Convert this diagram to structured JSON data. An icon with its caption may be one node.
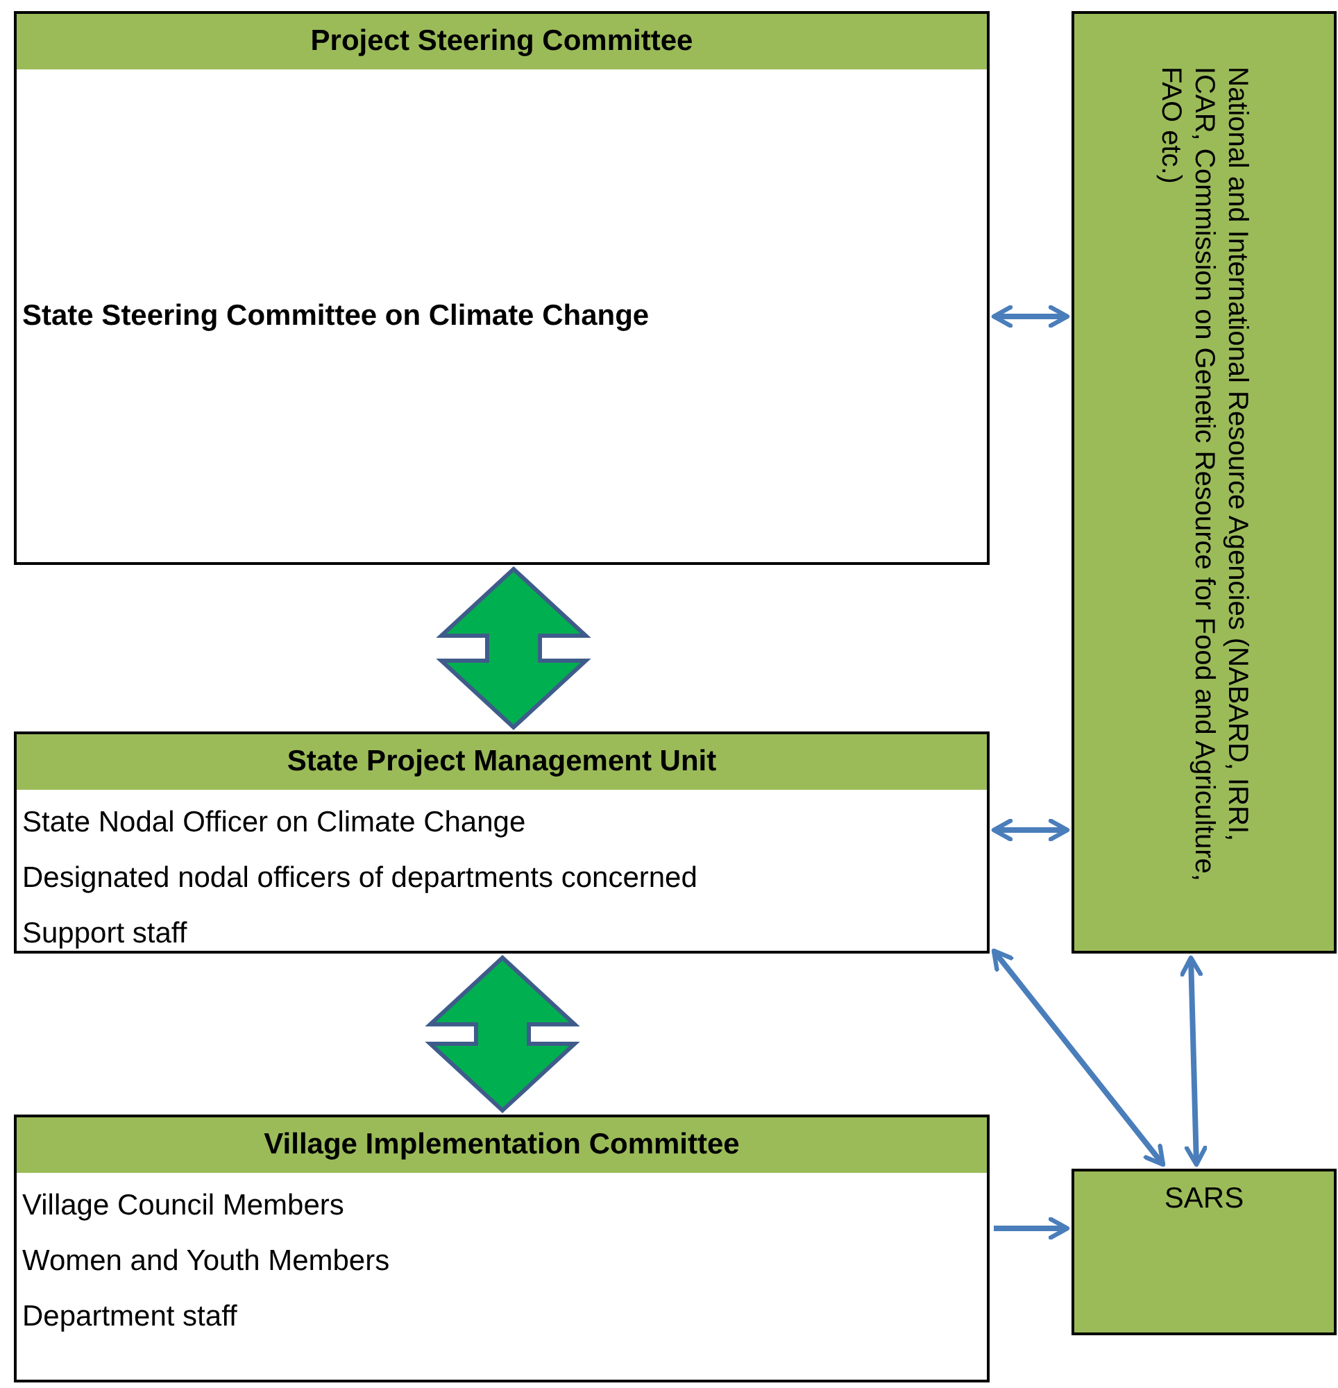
{
  "diagram": {
    "nodes": [
      {
        "text": [
          "Project Steering Committee",
          "State Steering Committee on Climate Change"
        ]
      },
      {
        "text": [
          "National and International Resource Agencies (NABARD, IRRI, ICAR, Commission on Genetic Resource for Food and Agriculture, FAO etc.)"
        ]
      },
      {
        "text": [
          "State Project Management Unit",
          "State Nodal Officer on Climate Change",
          "Designated nodal officers of departments concerned",
          "Support staff"
        ]
      },
      {
        "text": [
          "Village Implementation Committee",
          "Village Council Members",
          "Women and Youth Members",
          "Department staff"
        ]
      },
      {
        "text": [
          "SARS"
        ]
      }
    ],
    "edges": [
      {
        "from": 0,
        "to": 1,
        "arrow": "both"
      },
      {
        "from": 0,
        "to": 2,
        "arrow": "both",
        "style": "thick",
        "color": "#00b050"
      },
      {
        "from": 2,
        "to": 1,
        "arrow": "both"
      },
      {
        "from": 2,
        "to": 3,
        "arrow": "both",
        "style": "thick",
        "color": "#00b050"
      },
      {
        "from": 3,
        "to": 4,
        "arrow": "to"
      },
      {
        "from": 2,
        "to": 4,
        "arrow": "both"
      },
      {
        "from": 1,
        "to": 4,
        "arrow": "both"
      }
    ]
  }
}
